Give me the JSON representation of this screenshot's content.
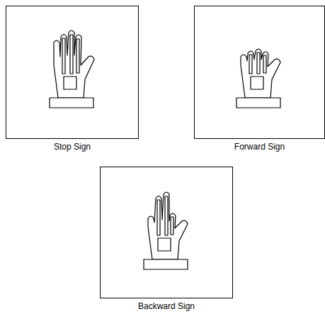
{
  "diagram": {
    "nodes": [
      {
        "text": [
          "Stop Sign"
        ]
      },
      {
        "text": [
          "Forward Sign"
        ]
      },
      {
        "text": [
          "Backward Sign"
        ]
      }
    ]
  }
}
